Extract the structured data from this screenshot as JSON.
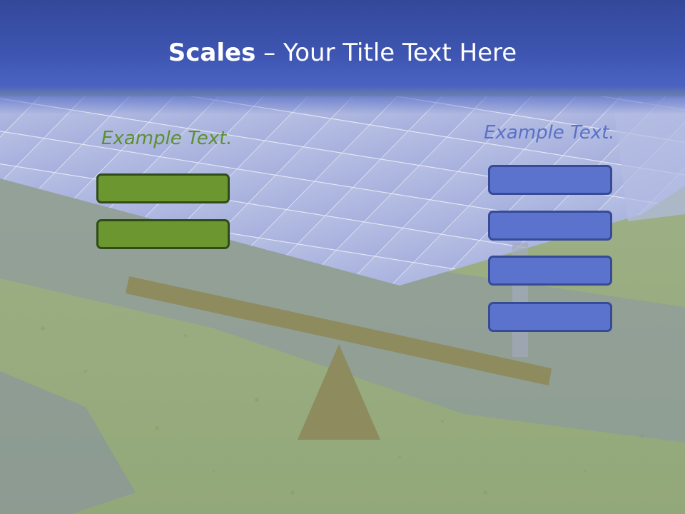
{
  "title": {
    "bold": "Scales",
    "rest": " – Your Title Text Here"
  },
  "left_group": {
    "label": "Example Text.",
    "boxes": 2,
    "color": "#6b9630"
  },
  "right_group": {
    "label": "Example Text.",
    "boxes": 4,
    "color": "#5b73cc"
  },
  "scale": {
    "beam_color": "#8e8b5e",
    "fulcrum_color": "#8e8b5e"
  },
  "colors": {
    "title_band": "#3d55b0",
    "title_text": "#ffffff"
  }
}
